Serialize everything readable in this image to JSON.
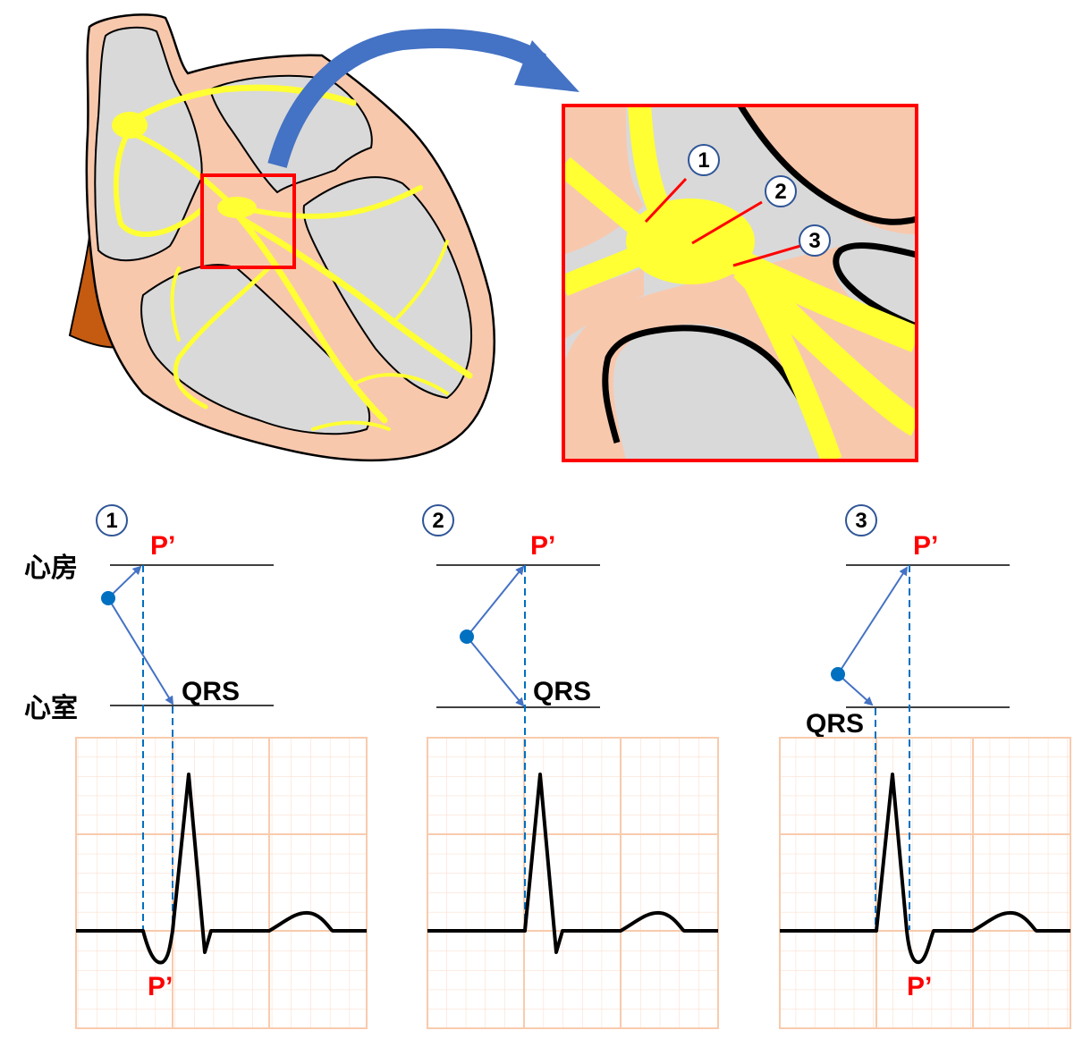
{
  "labels": {
    "atrium": "心房",
    "ventricle": "心室",
    "p_prime": "P’",
    "qrs": "QRS"
  },
  "markers": [
    "1",
    "2",
    "3"
  ],
  "colors": {
    "conduction": "#ffff33",
    "myocardium": "#f8c8ad",
    "chamber": "#d9d9d9",
    "vessel": "#c55a11",
    "highlight": "#ff0000",
    "arrow": "#4472c4",
    "origin_dot": "#0070c0",
    "ecg_grid": "#f8cbad"
  },
  "icons": [
    "heart-conduction-illustration",
    "zoom-arrow-icon",
    "av-node-magnified"
  ]
}
